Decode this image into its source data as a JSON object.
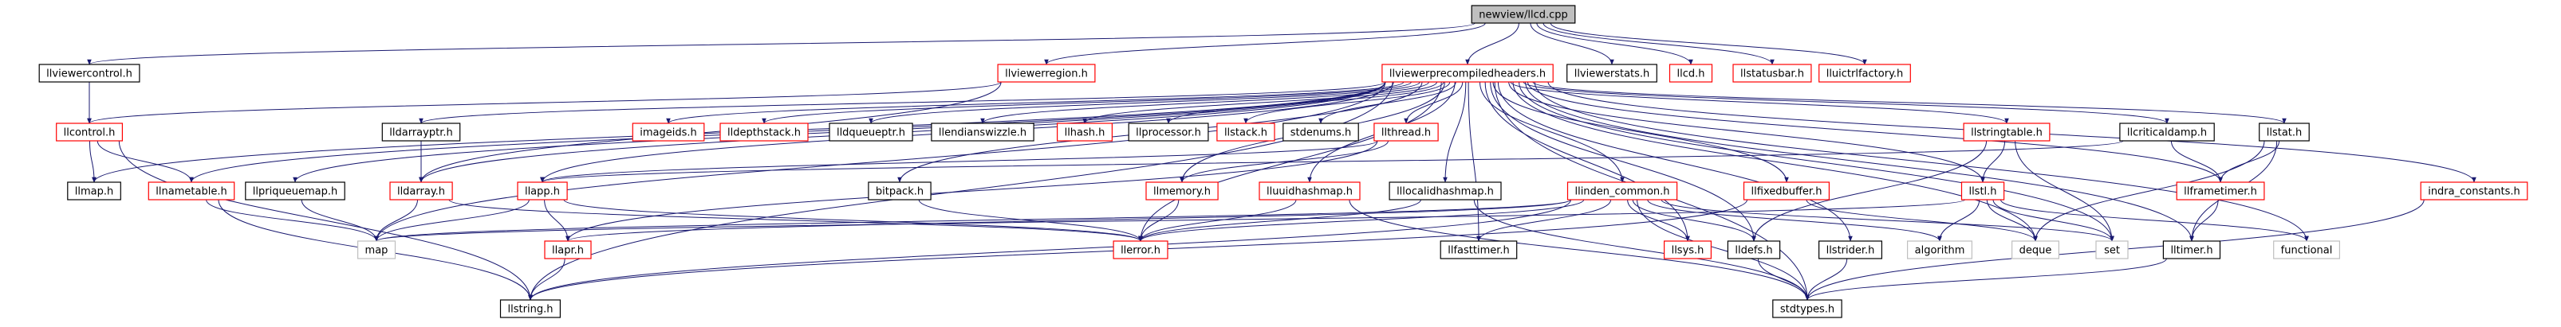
{
  "nodes": [
    {
      "id": "newview_llcd_cpp",
      "label": "newview/llcd.cpp",
      "style": "root"
    },
    {
      "id": "llviewercontrol_h",
      "label": "llviewercontrol.h",
      "style": "black"
    },
    {
      "id": "llviewerregion_h",
      "label": "llviewerregion.h",
      "style": "red"
    },
    {
      "id": "llviewerprecompiledheaders_h",
      "label": "llviewerprecompiledheaders.h",
      "style": "red"
    },
    {
      "id": "llviewerstats_h",
      "label": "llviewerstats.h",
      "style": "black"
    },
    {
      "id": "llcd_h",
      "label": "llcd.h",
      "style": "red"
    },
    {
      "id": "llstatusbar_h",
      "label": "llstatusbar.h",
      "style": "red"
    },
    {
      "id": "lluictrlfactory_h",
      "label": "lluictrlfactory.h",
      "style": "red"
    },
    {
      "id": "llcontrol_h",
      "label": "llcontrol.h",
      "style": "red"
    },
    {
      "id": "lldarrayptr_h",
      "label": "lldarrayptr.h",
      "style": "black"
    },
    {
      "id": "imageids_h",
      "label": "imageids.h",
      "style": "red"
    },
    {
      "id": "lldepthstack_h",
      "label": "lldepthstack.h",
      "style": "red"
    },
    {
      "id": "lldqueueptr_h",
      "label": "lldqueueptr.h",
      "style": "black"
    },
    {
      "id": "llendianswizzle_h",
      "label": "llendianswizzle.h",
      "style": "black"
    },
    {
      "id": "llhash_h",
      "label": "llhash.h",
      "style": "red"
    },
    {
      "id": "llprocessor_h",
      "label": "llprocessor.h",
      "style": "black"
    },
    {
      "id": "llstack_h",
      "label": "llstack.h",
      "style": "red"
    },
    {
      "id": "stdenums_h",
      "label": "stdenums.h",
      "style": "black"
    },
    {
      "id": "llthread_h",
      "label": "llthread.h",
      "style": "red"
    },
    {
      "id": "llstringtable_h",
      "label": "llstringtable.h",
      "style": "red"
    },
    {
      "id": "llcriticaldamp_h",
      "label": "llcriticaldamp.h",
      "style": "black"
    },
    {
      "id": "llstat_h",
      "label": "llstat.h",
      "style": "black"
    },
    {
      "id": "llmap_h",
      "label": "llmap.h",
      "style": "black"
    },
    {
      "id": "llnametable_h",
      "label": "llnametable.h",
      "style": "red"
    },
    {
      "id": "llpriqueuemap_h",
      "label": "llpriqueuemap.h",
      "style": "black"
    },
    {
      "id": "lldarray_h",
      "label": "lldarray.h",
      "style": "red"
    },
    {
      "id": "llapp_h",
      "label": "llapp.h",
      "style": "red"
    },
    {
      "id": "bitpack_h",
      "label": "bitpack.h",
      "style": "black"
    },
    {
      "id": "llmemory_h",
      "label": "llmemory.h",
      "style": "red"
    },
    {
      "id": "lluuidhashmap_h",
      "label": "lluuidhashmap.h",
      "style": "red"
    },
    {
      "id": "lllocalidhashmap_h",
      "label": "lllocalidhashmap.h",
      "style": "black"
    },
    {
      "id": "llinden_common_h",
      "label": "llinden_common.h",
      "style": "red"
    },
    {
      "id": "llfixedbuffer_h",
      "label": "llfixedbuffer.h",
      "style": "red"
    },
    {
      "id": "llstl_h",
      "label": "llstl.h",
      "style": "red"
    },
    {
      "id": "llframetimer_h",
      "label": "llframetimer.h",
      "style": "red"
    },
    {
      "id": "indra_constants_h",
      "label": "indra_constants.h",
      "style": "red"
    },
    {
      "id": "map",
      "label": "map",
      "style": "ext"
    },
    {
      "id": "llapr_h",
      "label": "llapr.h",
      "style": "red"
    },
    {
      "id": "llerror_h",
      "label": "llerror.h",
      "style": "red"
    },
    {
      "id": "llfasttimer_h",
      "label": "llfasttimer.h",
      "style": "black"
    },
    {
      "id": "llsys_h",
      "label": "llsys.h",
      "style": "red"
    },
    {
      "id": "lldefs_h",
      "label": "lldefs.h",
      "style": "black"
    },
    {
      "id": "llstrider_h",
      "label": "llstrider.h",
      "style": "black"
    },
    {
      "id": "algorithm",
      "label": "algorithm",
      "style": "ext"
    },
    {
      "id": "deque",
      "label": "deque",
      "style": "ext"
    },
    {
      "id": "set",
      "label": "set",
      "style": "ext"
    },
    {
      "id": "lltimer_h",
      "label": "lltimer.h",
      "style": "black"
    },
    {
      "id": "functional",
      "label": "functional",
      "style": "ext"
    },
    {
      "id": "llstring_h",
      "label": "llstring.h",
      "style": "black"
    },
    {
      "id": "stdtypes_h",
      "label": "stdtypes.h",
      "style": "black"
    }
  ],
  "edges": [
    [
      "newview_llcd_cpp",
      "llviewercontrol_h"
    ],
    [
      "newview_llcd_cpp",
      "llviewerregion_h"
    ],
    [
      "newview_llcd_cpp",
      "llviewerprecompiledheaders_h"
    ],
    [
      "newview_llcd_cpp",
      "llviewerstats_h"
    ],
    [
      "newview_llcd_cpp",
      "llcd_h"
    ],
    [
      "newview_llcd_cpp",
      "llstatusbar_h"
    ],
    [
      "newview_llcd_cpp",
      "lluictrlfactory_h"
    ],
    [
      "llviewercontrol_h",
      "llcontrol_h"
    ],
    [
      "llviewerregion_h",
      "llcontrol_h"
    ],
    [
      "llviewerregion_h",
      "lldarray_h"
    ],
    [
      "llcontrol_h",
      "llmap_h"
    ],
    [
      "llcontrol_h",
      "llnametable_h"
    ],
    [
      "llcontrol_h",
      "llstring_h"
    ],
    [
      "llnametable_h",
      "map"
    ],
    [
      "llnametable_h",
      "llstring_h"
    ],
    [
      "llviewerprecompiledheaders_h",
      "lldarrayptr_h"
    ],
    [
      "llviewerprecompiledheaders_h",
      "imageids_h"
    ],
    [
      "llviewerprecompiledheaders_h",
      "lldepthstack_h"
    ],
    [
      "llviewerprecompiledheaders_h",
      "lldqueueptr_h"
    ],
    [
      "llviewerprecompiledheaders_h",
      "llendianswizzle_h"
    ],
    [
      "llviewerprecompiledheaders_h",
      "llhash_h"
    ],
    [
      "llviewerprecompiledheaders_h",
      "llprocessor_h"
    ],
    [
      "llviewerprecompiledheaders_h",
      "llstack_h"
    ],
    [
      "llviewerprecompiledheaders_h",
      "stdenums_h"
    ],
    [
      "llviewerprecompiledheaders_h",
      "llthread_h"
    ],
    [
      "llviewerprecompiledheaders_h",
      "llstringtable_h"
    ],
    [
      "llviewerprecompiledheaders_h",
      "llcriticaldamp_h"
    ],
    [
      "llviewerprecompiledheaders_h",
      "llstat_h"
    ],
    [
      "llviewerprecompiledheaders_h",
      "indra_constants_h"
    ],
    [
      "llviewerprecompiledheaders_h",
      "llmap_h"
    ],
    [
      "llviewerprecompiledheaders_h",
      "llnametable_h"
    ],
    [
      "llviewerprecompiledheaders_h",
      "llpriqueuemap_h"
    ],
    [
      "llviewerprecompiledheaders_h",
      "lldarray_h"
    ],
    [
      "llviewerprecompiledheaders_h",
      "llapp_h"
    ],
    [
      "llviewerprecompiledheaders_h",
      "bitpack_h"
    ],
    [
      "llviewerprecompiledheaders_h",
      "llmemory_h"
    ],
    [
      "llviewerprecompiledheaders_h",
      "lluuidhashmap_h"
    ],
    [
      "llviewerprecompiledheaders_h",
      "lllocalidhashmap_h"
    ],
    [
      "llviewerprecompiledheaders_h",
      "llinden_common_h"
    ],
    [
      "llviewerprecompiledheaders_h",
      "llfixedbuffer_h"
    ],
    [
      "llviewerprecompiledheaders_h",
      "llstl_h"
    ],
    [
      "llviewerprecompiledheaders_h",
      "llframetimer_h"
    ],
    [
      "llviewerprecompiledheaders_h",
      "llstring_h"
    ],
    [
      "llviewerprecompiledheaders_h",
      "map"
    ],
    [
      "llviewerprecompiledheaders_h",
      "llerror_h"
    ],
    [
      "llviewerprecompiledheaders_h",
      "llfasttimer_h"
    ],
    [
      "llviewerprecompiledheaders_h",
      "llsys_h"
    ],
    [
      "llviewerprecompiledheaders_h",
      "lldefs_h"
    ],
    [
      "llviewerprecompiledheaders_h",
      "llstrider_h"
    ],
    [
      "llviewerprecompiledheaders_h",
      "deque"
    ],
    [
      "llviewerprecompiledheaders_h",
      "set"
    ],
    [
      "llviewerprecompiledheaders_h",
      "lltimer_h"
    ],
    [
      "llviewerprecompiledheaders_h",
      "functional"
    ],
    [
      "llviewerprecompiledheaders_h",
      "stdtypes_h"
    ],
    [
      "lldarrayptr_h",
      "lldarray_h"
    ],
    [
      "lldarray_h",
      "map"
    ],
    [
      "lldarray_h",
      "llerror_h"
    ],
    [
      "llpriqueuemap_h",
      "map"
    ],
    [
      "llthread_h",
      "llapp_h"
    ],
    [
      "llthread_h",
      "llmemory_h"
    ],
    [
      "llthread_h",
      "llapr_h"
    ],
    [
      "llapp_h",
      "map"
    ],
    [
      "llapp_h",
      "llapr_h"
    ],
    [
      "llapp_h",
      "llerror_h"
    ],
    [
      "bitpack_h",
      "llerror_h"
    ],
    [
      "llmemory_h",
      "llerror_h"
    ],
    [
      "lluuidhashmap_h",
      "llerror_h"
    ],
    [
      "lluuidhashmap_h",
      "stdtypes_h"
    ],
    [
      "lllocalidhashmap_h",
      "llerror_h"
    ],
    [
      "lllocalidhashmap_h",
      "stdtypes_h"
    ],
    [
      "llinden_common_h",
      "map"
    ],
    [
      "llinden_common_h",
      "llapr_h"
    ],
    [
      "llinden_common_h",
      "llerror_h"
    ],
    [
      "llinden_common_h",
      "llfasttimer_h"
    ],
    [
      "llinden_common_h",
      "llsys_h"
    ],
    [
      "llinden_common_h",
      "lldefs_h"
    ],
    [
      "llinden_common_h",
      "algorithm"
    ],
    [
      "llinden_common_h",
      "set"
    ],
    [
      "llinden_common_h",
      "llstring_h"
    ],
    [
      "llinden_common_h",
      "stdtypes_h"
    ],
    [
      "llfixedbuffer_h",
      "llstring_h"
    ],
    [
      "llfixedbuffer_h",
      "deque"
    ],
    [
      "llstringtable_h",
      "llstl_h"
    ],
    [
      "llstringtable_h",
      "lldefs_h"
    ],
    [
      "llstringtable_h",
      "set"
    ],
    [
      "llstl_h",
      "map"
    ],
    [
      "llstl_h",
      "algorithm"
    ],
    [
      "llstl_h",
      "deque"
    ],
    [
      "llstl_h",
      "set"
    ],
    [
      "llstl_h",
      "functional"
    ],
    [
      "llcriticaldamp_h",
      "llframetimer_h"
    ],
    [
      "llcriticaldamp_h",
      "llapp_h"
    ],
    [
      "llstat_h",
      "llframetimer_h"
    ],
    [
      "llstat_h",
      "deque"
    ],
    [
      "llstat_h",
      "lltimer_h"
    ],
    [
      "llframetimer_h",
      "lltimer_h"
    ],
    [
      "lltimer_h",
      "stdtypes_h"
    ],
    [
      "indra_constants_h",
      "stdtypes_h"
    ],
    [
      "llapr_h",
      "llstring_h"
    ],
    [
      "lldefs_h",
      "stdtypes_h"
    ],
    [
      "llstrider_h",
      "stdtypes_h"
    ]
  ],
  "colors": {
    "box_border_black": "#000000",
    "box_border_red": "#ff0000",
    "box_border_ext": "#bfbfbf",
    "root_fill": "#bfbfbf",
    "edge": "#191970",
    "background": "#ffffff"
  }
}
